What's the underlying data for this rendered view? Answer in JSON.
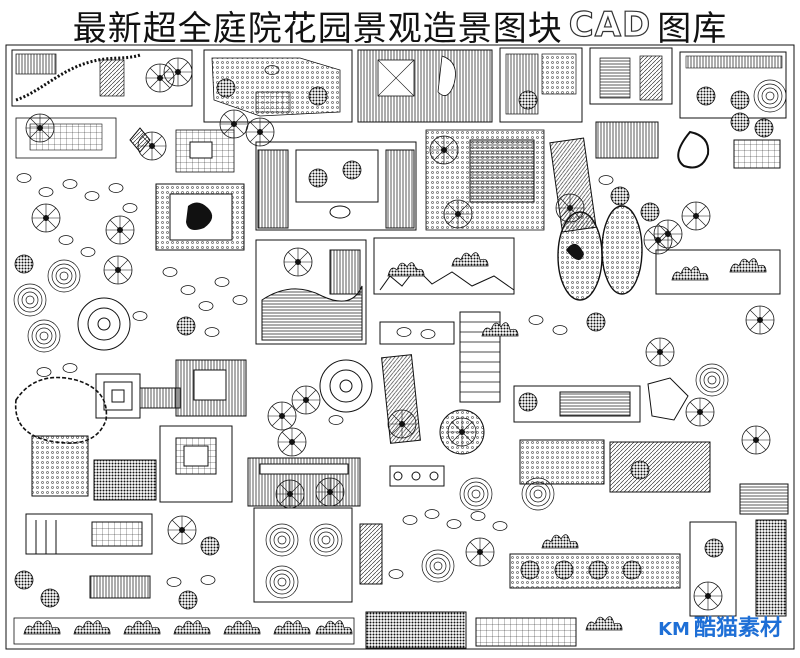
{
  "page": {
    "title_cn_prefix": "最新超全庭院花园景观造景图块",
    "title_cad": "CAD",
    "title_cn_suffix": "图库"
  },
  "watermark": {
    "prefix": "KM",
    "text": "酷猫素材"
  },
  "palette": {
    "ink": "#111111",
    "paper": "#ffffff",
    "watermark_blue": "#1e6fd6"
  },
  "catalog": {
    "block_categories": [
      "garden-plan",
      "paving",
      "stepping-stones",
      "tree-symbol",
      "shrub-symbol",
      "pergola",
      "pond",
      "bench-set",
      "elevation",
      "hedge"
    ]
  }
}
